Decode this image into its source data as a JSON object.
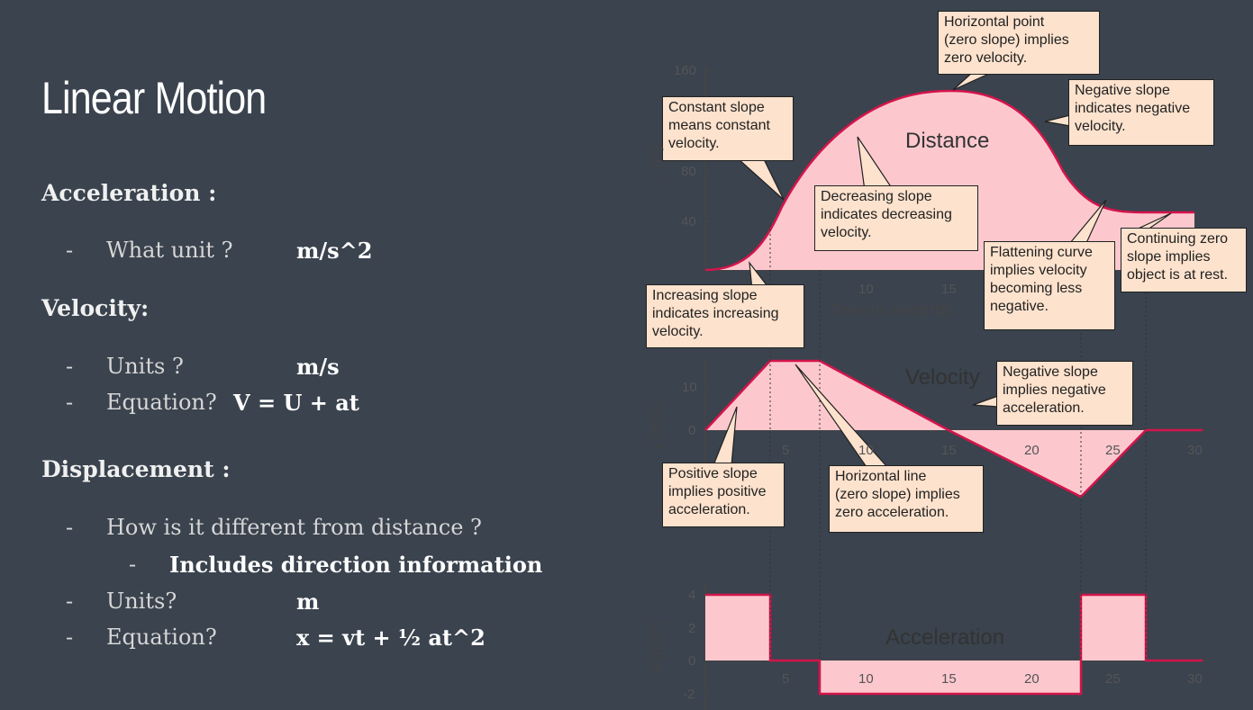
{
  "title": "Linear Motion",
  "sections": [
    {
      "heading": "Acceleration :",
      "items": [
        {
          "q": "What unit ?",
          "a": "m/s^2"
        }
      ]
    },
    {
      "heading": "Velocity:",
      "items": [
        {
          "q": "Units ?",
          "a": "m/s"
        },
        {
          "q": "Equation?",
          "a": "V = U + at"
        }
      ]
    },
    {
      "heading": "Displacement :",
      "items": [
        {
          "q": "How is it different from distance ?",
          "a": ""
        },
        {
          "q": "",
          "a": "Includes direction information"
        },
        {
          "q": "Units?",
          "a": "m"
        },
        {
          "q": "Equation?",
          "a": "x = vt + ½ at^2"
        }
      ]
    }
  ],
  "figure": {
    "distance_label": "Distance",
    "velocity_label": "Velocity",
    "acceleration_label": "Acceleration",
    "time_label": "Time in seconds",
    "y_labels": {
      "distance": "x (m)",
      "velocity": "v (m/s)",
      "acceleration": "a (m/s²)"
    },
    "distance_ticks": [
      "160",
      "80",
      "40"
    ],
    "distance_x_ticks": [
      "10",
      "15"
    ],
    "velocity_ticks": [
      "10",
      "0"
    ],
    "velocity_x_ticks": [
      "5",
      "10",
      "15",
      "20",
      "25",
      "30"
    ],
    "accel_ticks": [
      "4",
      "2",
      "0",
      "-2"
    ],
    "accel_x_ticks": [
      "5",
      "10",
      "15",
      "20",
      "25",
      "30"
    ],
    "colors": {
      "fill": "#fcc8ce",
      "line": "#d4144b",
      "callout": "#fde2cd"
    },
    "callouts": {
      "horizontal_point": "Horizontal point\n(zero slope) implies\nzero velocity.",
      "negative_slope": "Negative slope\nindicates negative\nvelocity.",
      "constant_slope": "Constant slope\nmeans constant\nvelocity.",
      "decreasing_slope": "Decreasing slope\nindicates decreasing\nvelocity.",
      "continuing_zero": "Continuing zero\nslope implies\nobject is at rest.",
      "flattening": "Flattening curve\nimplies velocity\nbecoming less\nnegative.",
      "increasing_slope": "Increasing slope\nindicates increasing\nvelocity.",
      "negative_accel": "Negative slope\nimplies negative\nacceleration.",
      "positive_slope": "Positive slope\nimplies positive\nacceleration.",
      "horizontal_line": "Horizontal line\n(zero slope) implies\nzero acceleration."
    }
  }
}
